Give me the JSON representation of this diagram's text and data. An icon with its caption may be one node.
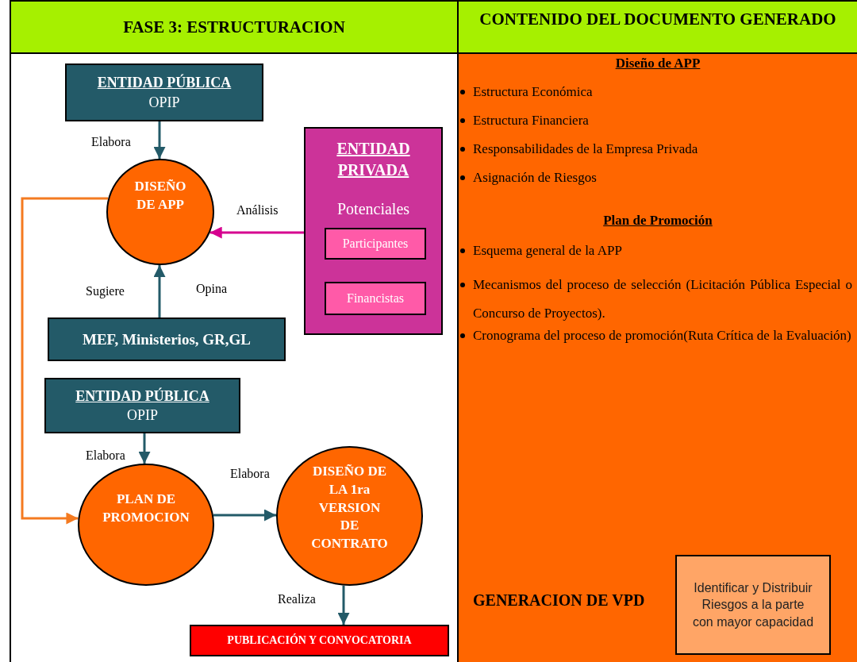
{
  "diagram": {
    "nodes": [
      {
        "text": [
          "ENTIDAD PÚBLICA",
          "OPIP"
        ]
      },
      {
        "text": [
          "DISEÑO DE APP"
        ]
      },
      {
        "text": [
          "ENTIDAD PRIVADA",
          "Potenciales"
        ]
      },
      {
        "text": [
          "Participantes"
        ],
        "in": 2
      },
      {
        "text": [
          "Financistas"
        ],
        "in": 2
      },
      {
        "text": [
          "MEF, Ministerios, GR,GL"
        ]
      },
      {
        "text": [
          "ENTIDAD PÚBLICA",
          "OPIP"
        ]
      },
      {
        "text": [
          "PLAN DE PROMOCION"
        ]
      },
      {
        "text": [
          "DISEÑO DE LA 1ra VERSION DE CONTRATO"
        ]
      },
      {
        "text": [
          "PUBLICACIÓN Y CONVOCATORIA"
        ]
      },
      {
        "text": [
          "Identificar y Distribuir Riesgos a la parte con mayor capacidad"
        ]
      }
    ],
    "edges": [
      {
        "from": 0,
        "to": 1,
        "arrow": "to",
        "label": "Elabora"
      },
      {
        "from": 2,
        "to": 1,
        "arrow": "to",
        "label": "Análisis",
        "color": "#d6008f"
      },
      {
        "from": 5,
        "to": 1,
        "arrow": "to"
      },
      {
        "from": 1,
        "to": 7,
        "arrow": "to",
        "color": "#f47a20"
      },
      {
        "from": 6,
        "to": 7,
        "arrow": "to",
        "label": "Elabora"
      },
      {
        "from": 7,
        "to": 8,
        "arrow": "to",
        "label": "Elabora"
      },
      {
        "from": 8,
        "to": 9,
        "arrow": "to",
        "label": "Realiza"
      }
    ],
    "labels": [
      "FASE 3: ESTRUCTURACION",
      "CONTENIDO DEL DOCUMENTO GENERADO",
      "Diseño de APP",
      "Estructura Económica",
      "Estructura Financiera",
      "Responsabilidades de la Empresa Privada",
      "Asignación de Riesgos",
      "Plan de Promoción",
      "Esquema general de la APP",
      "Mecanismos del proceso de selección (Licitación Pública Especial o Concurso de Proyectos).",
      "Cronograma del proceso de promoción(Ruta Crítica de la Evaluación)",
      "Sugiere",
      "Opina",
      "GENERACION DE VPD"
    ]
  }
}
